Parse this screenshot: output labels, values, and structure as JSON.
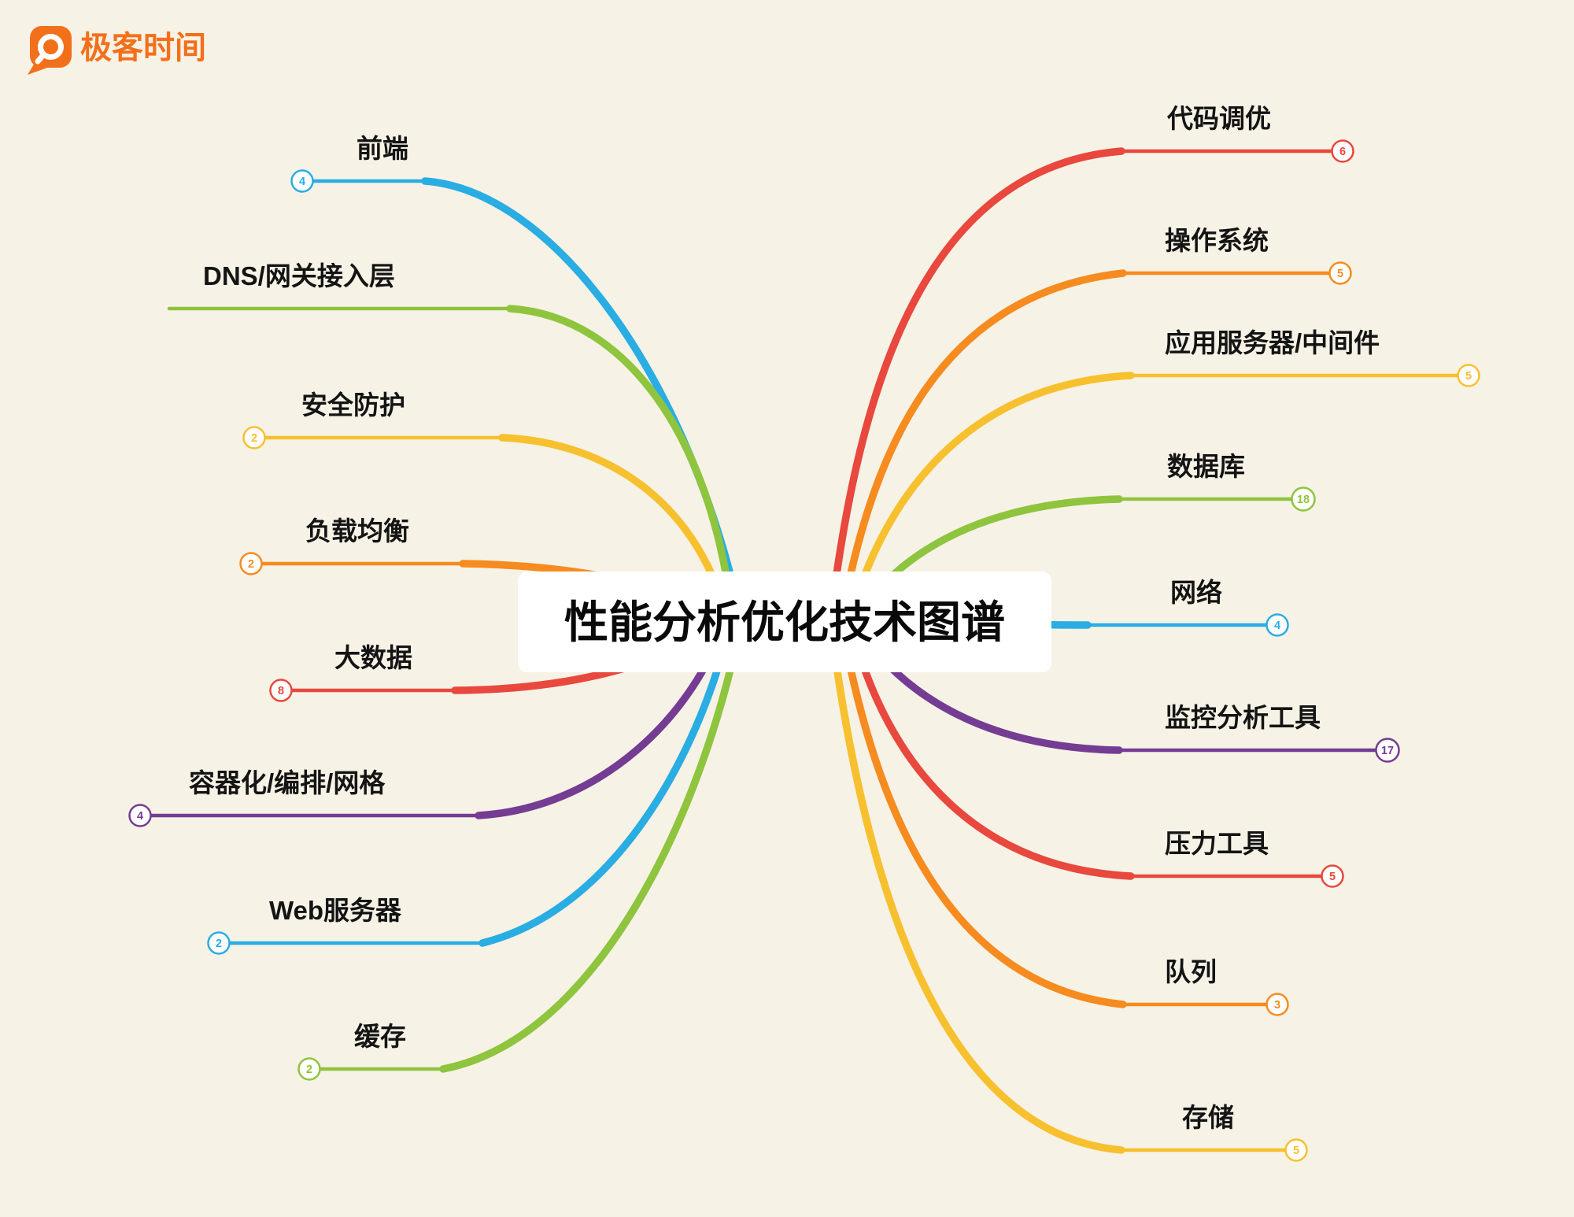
{
  "background_color": "#f7f2e6",
  "brand": {
    "name": "极客时间",
    "color": "#f3701b"
  },
  "center": {
    "title": "性能分析优化技术图谱",
    "bg": "#ffffff",
    "text_color": "#0a0a0a"
  },
  "left_branches": [
    {
      "label": "前端",
      "count": "4",
      "color": "#29ade3"
    },
    {
      "label": "DNS/网关接入层",
      "color": "#8fc43e"
    },
    {
      "label": "安全防护",
      "count": "2",
      "color": "#f7c02e"
    },
    {
      "label": "负载均衡",
      "count": "2",
      "color": "#f68b1f"
    },
    {
      "label": "大数据",
      "count": "8",
      "color": "#e8483d"
    },
    {
      "label": "容器化/编排/网格",
      "count": "4",
      "color": "#743d93"
    },
    {
      "label": "Web服务器",
      "count": "2",
      "color": "#29ade3"
    },
    {
      "label": "缓存",
      "count": "2",
      "color": "#8fc43e"
    }
  ],
  "right_branches": [
    {
      "label": "代码调优",
      "count": "6",
      "color": "#e8483d"
    },
    {
      "label": "操作系统",
      "count": "5",
      "color": "#f68b1f"
    },
    {
      "label": "应用服务器/中间件",
      "count": "5",
      "color": "#f7c02e"
    },
    {
      "label": "数据库",
      "count": "18",
      "color": "#8fc43e"
    },
    {
      "label": "网络",
      "count": "4",
      "color": "#29ade3"
    },
    {
      "label": "监控分析工具",
      "count": "17",
      "color": "#743d93"
    },
    {
      "label": "压力工具",
      "count": "5",
      "color": "#e8483d"
    },
    {
      "label": "队列",
      "count": "3",
      "color": "#f68b1f"
    },
    {
      "label": "存储",
      "count": "5",
      "color": "#f7c02e"
    }
  ]
}
